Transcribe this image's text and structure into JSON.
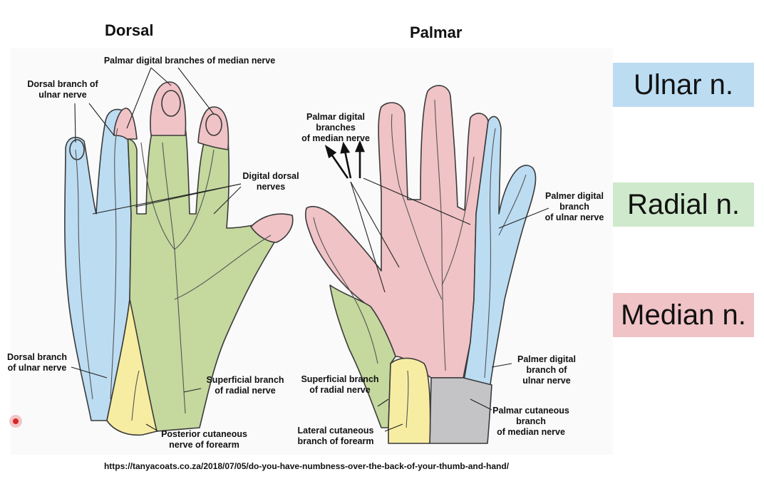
{
  "headers": {
    "dorsal": "Dorsal",
    "palmar": "Palmar"
  },
  "legend": [
    {
      "label": "Ulnar n.",
      "color": "#bcdcf2"
    },
    {
      "label": "Radial n.",
      "color": "#cfe9cc"
    },
    {
      "label": "Median n.",
      "color": "#f0c3c6"
    }
  ],
  "labels": {
    "palmar_digital_median_top": "Palmar digital branches of median nerve",
    "dorsal_branch_ulnar_top": "Dorsal branch of\nulnar nerve",
    "digital_dorsal": "Digital dorsal\nnerves",
    "dorsal_branch_ulnar_bottom": "Dorsal branch\nof ulnar nerve",
    "superficial_radial_dorsal": "Superficial branch\nof radial nerve",
    "posterior_cutaneous": "Posterior cutaneous\nnerve of forearm",
    "palmar_digital_median_palm": "Palmar digital\nbranches\nof median nerve",
    "palmer_digital_ulnar_top": "Palmer digital\nbranch\nof ulnar nerve",
    "superficial_radial_palmar": "Superficial branch\nof radial nerve",
    "palmer_digital_ulnar_bottom": "Palmer digital\nbranch of\nulnar nerve",
    "palmar_cutaneous_median": "Palmar cutaneous\nbranch\nof median nerve",
    "lateral_cutaneous": "Lateral cutaneous\nbranch of forearm"
  },
  "source_url": "https://tanyacoats.co.za/2018/07/05/do-you-have-numbness-over-the-back-of-your-thumb-and-hand/",
  "colors": {
    "ulnar": "#bcdcf2",
    "radial": "#cfe9cc",
    "median": "#f0c3c6",
    "radial_zone": "#c5d89e",
    "posterior": "#f6eda2",
    "lateral": "#f6eda2",
    "palmar_cutaneous": "#c4c4c6",
    "outline": "#3a3a3a"
  }
}
